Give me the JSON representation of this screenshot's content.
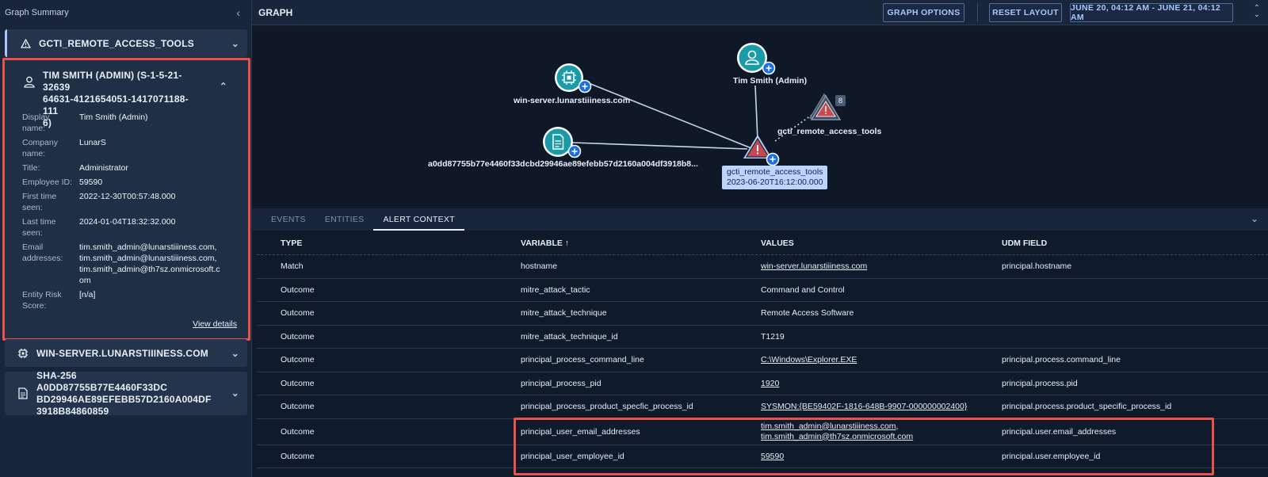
{
  "left": {
    "title": "Graph Summary",
    "card_rule": "GCTI_REMOTE_ACCESS_TOOLS",
    "card_user": {
      "title": "TIM SMITH (ADMIN) (S-1-5-21-3263964631-4121654051-1417071188-1116)",
      "title_lines": [
        "TIM SMITH (ADMIN) (S-1-5-21-32639",
        "64631-4121654051-1417071188-111",
        "6)"
      ],
      "fields": [
        {
          "k1": "Display",
          "k2": "name:",
          "v": [
            "Tim Smith (Admin)"
          ]
        },
        {
          "k1": "Company",
          "k2": "name:",
          "v": [
            "LunarS"
          ]
        },
        {
          "k1": "Title:",
          "k2": "",
          "v": [
            "Administrator"
          ]
        },
        {
          "k1": "Employee ID:",
          "k2": "",
          "v": [
            "59590"
          ]
        },
        {
          "k1": "First time",
          "k2": "seen:",
          "v": [
            "2022-12-30T00:57:48.000"
          ]
        },
        {
          "k1": "Last time",
          "k2": "seen:",
          "v": [
            "2024-01-04T18:32:32.000"
          ]
        },
        {
          "k1": "Email",
          "k2": "addresses:",
          "v": [
            "tim.smith_admin@lunarstiiiness.com,",
            "tim.smith_admin@lunarstiiiness.com,",
            "tim.smith_admin@th7sz.onmicrosoft.c",
            "om"
          ]
        },
        {
          "k1": "Entity Risk",
          "k2": "Score:",
          "v": [
            "[n/a]"
          ]
        }
      ],
      "view_details": "View details"
    },
    "card_host": "WIN-SERVER.LUNARSTIIINESS.COM",
    "card_hash_lines": [
      "SHA-256 A0DD87755B77E4460F33DC",
      "BD29946AE89EFEBB57D2160A004DF",
      "3918B84860859"
    ]
  },
  "graph": {
    "title": "GRAPH",
    "btn_options": "GRAPH OPTIONS",
    "btn_reset": "RESET LAYOUT",
    "btn_range": "JUNE 20, 04:12 AM - JUNE 21, 04:12 AM",
    "node_host_label": "win-server.lunarstiiiness.com",
    "node_user_label": "Tim Smith (Admin)",
    "node_hash_label": "a0dd87755b77e4460f33dcbd29946ae89efebb57d2160a004df3918b8...",
    "node_cluster_label": "gcti_remote_access_tools",
    "node_cluster_count": "8",
    "node_alert_label1": "gcti_remote_access_tools",
    "node_alert_label2": "2023-06-20T16:12:00.000"
  },
  "tabs": [
    "EVENTS",
    "ENTITIES",
    "ALERT CONTEXT"
  ],
  "table": {
    "headers": {
      "type": "TYPE",
      "variable": "VARIABLE ↑",
      "values": "VALUES",
      "udm": "UDM FIELD"
    },
    "rows": [
      {
        "type": "Match",
        "variable": "hostname",
        "value": "win-server.lunarstiiiness.com",
        "value2": "",
        "link": true,
        "udm": "principal.hostname"
      },
      {
        "type": "Outcome",
        "variable": "mitre_attack_tactic",
        "value": "Command and Control",
        "value2": "",
        "link": false,
        "udm": ""
      },
      {
        "type": "Outcome",
        "variable": "mitre_attack_technique",
        "value": "Remote Access Software",
        "value2": "",
        "link": false,
        "udm": ""
      },
      {
        "type": "Outcome",
        "variable": "mitre_attack_technique_id",
        "value": "T1219",
        "value2": "",
        "link": false,
        "udm": ""
      },
      {
        "type": "Outcome",
        "variable": "principal_process_command_line",
        "value": "C:\\Windows\\Explorer.EXE",
        "value2": "",
        "link": true,
        "udm": "principal.process.command_line"
      },
      {
        "type": "Outcome",
        "variable": "principal_process_pid",
        "value": "1920",
        "value2": "",
        "link": true,
        "udm": "principal.process.pid"
      },
      {
        "type": "Outcome",
        "variable": "principal_process_product_specfic_process_id",
        "value": "SYSMON:{BE59402F-1816-648B-9907-000000002400}",
        "value2": "",
        "link": true,
        "udm": "principal.process.product_specific_process_id"
      },
      {
        "type": "Outcome",
        "variable": "principal_user_email_addresses",
        "value": "tim.smith_admin@lunarstiiiness.com,",
        "value2": "tim.smith_admin@th7sz.onmicrosoft.com",
        "link": true,
        "udm": "principal.user.email_addresses"
      },
      {
        "type": "Outcome",
        "variable": "principal_user_employee_id",
        "value": "59590",
        "value2": "",
        "link": true,
        "udm": "principal.user.employee_id"
      }
    ]
  }
}
